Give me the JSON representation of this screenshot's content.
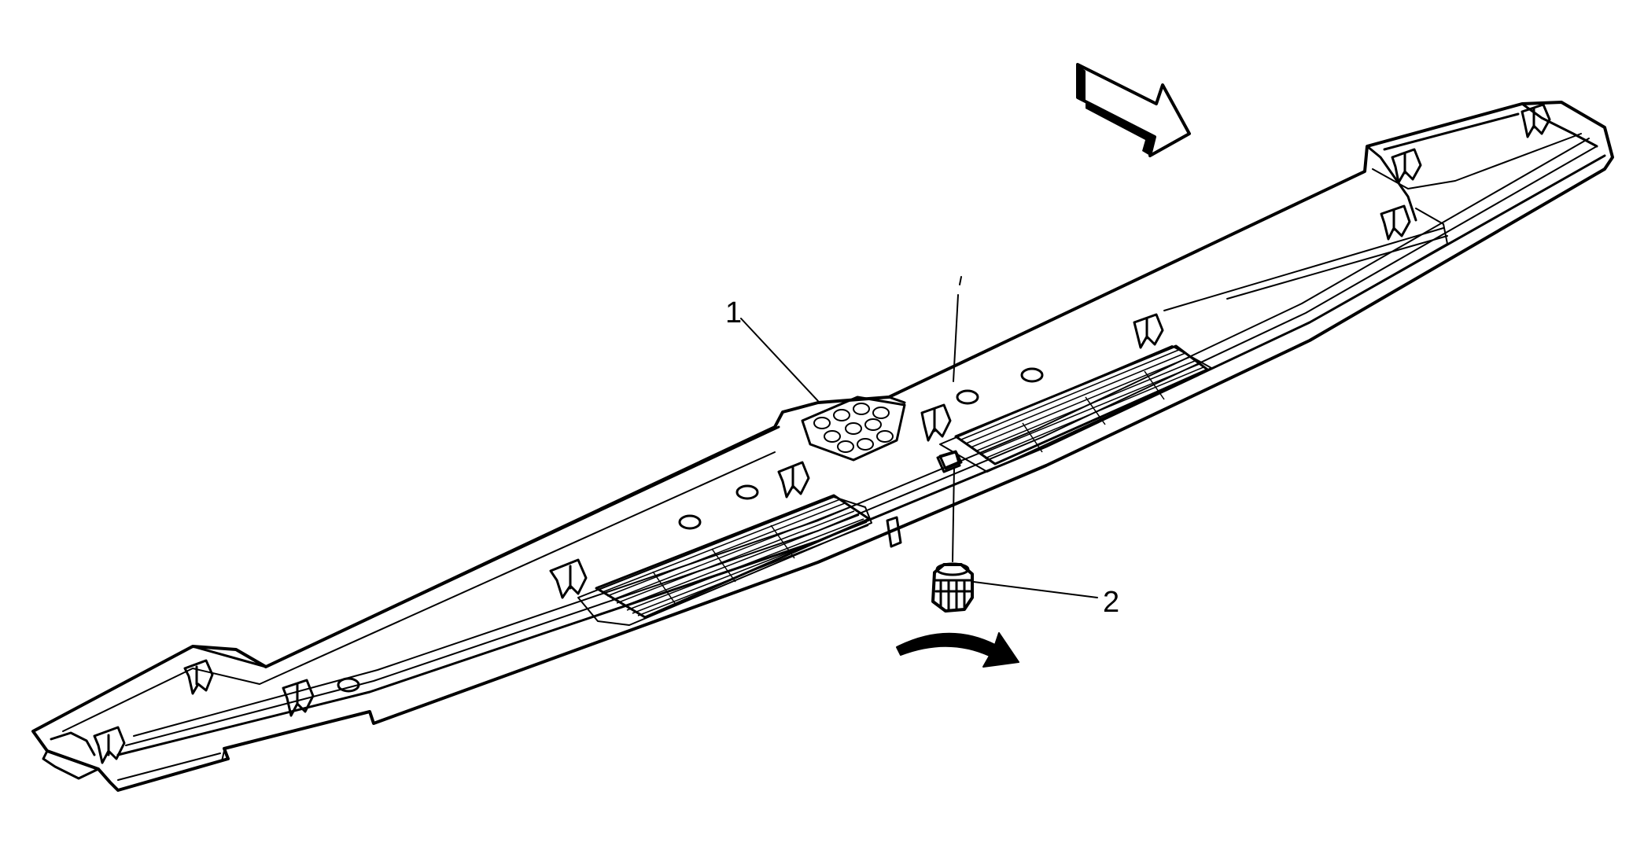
{
  "diagram": {
    "callouts": [
      {
        "id": "1",
        "label": "1"
      },
      {
        "id": "2",
        "label": "2"
      }
    ],
    "colors": {
      "ink": "#000000",
      "paper": "#ffffff"
    },
    "icons": {
      "direction_arrow": "forward-direction-arrow-icon",
      "rotation_arrow": "rotate-clockwise-arrow-icon"
    }
  }
}
